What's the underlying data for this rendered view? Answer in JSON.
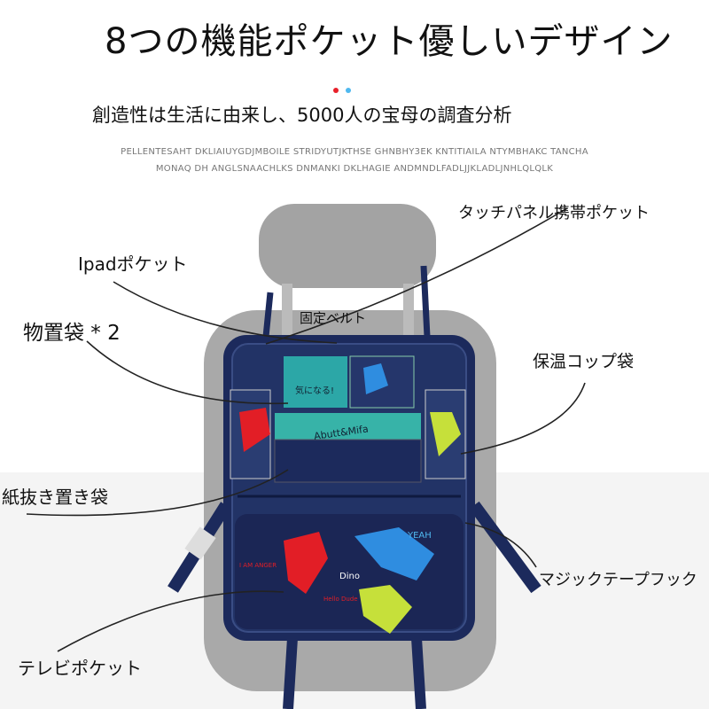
{
  "title": "8つの機能ポケット優しいデザイン",
  "subtitle": "創造性は生活に由来し、5000人の宝母の調査分析",
  "lorem": [
    "PELLENTESAHT DKLIAIUYGDJMBOILE STRIDYUTJKTHSE GHNBHY3EK KNTITIAILA NTYMBHAKC TANCHA",
    "MONAQ DH ANGLSNAACHLKS DNMANKI DKLHAGIE ANDMNDLFADLJJKLADLJNHLQLQLK"
  ],
  "colors": {
    "red_dot": "#e8202a",
    "blue_dot": "#4fb8ef",
    "navy": "#1c2a5c",
    "seat": "#a8a8a8"
  },
  "labels": {
    "touch_panel": "タッチパネル携帯ポケット",
    "ipad": "Ipadポケット",
    "belt": "固定ベルト",
    "storage": "物置袋 * 2",
    "cup": "保温コップ袋",
    "tissue": "紙抜き置き袋",
    "velcro": "マジックテープフック",
    "tv": "テレビポケット"
  },
  "product_text": {
    "brand": "Abutt&Mifa",
    "dino": "Dino",
    "yeah": "YEAH",
    "hello": "Hello Dude",
    "angry": "I AM ANGER",
    "note": "気になる!"
  }
}
